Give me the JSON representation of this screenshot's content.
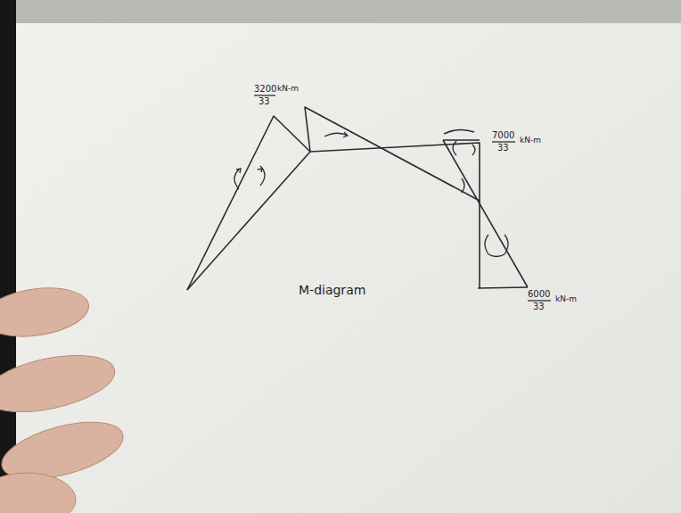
{
  "diagram": {
    "labels": [
      "3200",
      "33",
      "kN-m",
      "7000",
      "33",
      "kN-m",
      "6000",
      "33",
      "kN-m",
      "M-diagram"
    ]
  }
}
